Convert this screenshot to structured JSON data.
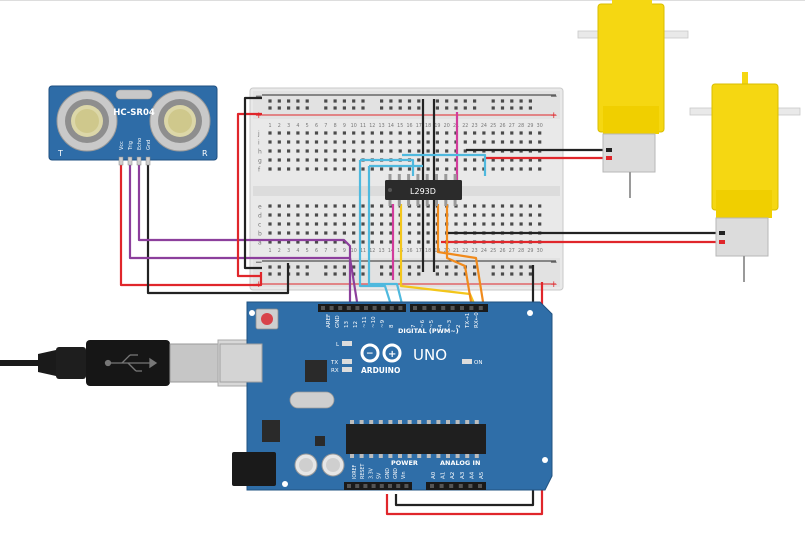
{
  "sensor": {
    "model": "HC-SR04",
    "pin_labels": [
      "Vcc",
      "Trig",
      "Echo",
      "Gnd"
    ],
    "corner_left": "T",
    "corner_right": "R"
  },
  "breadboard": {
    "rail_minus": "−",
    "rail_plus": "+",
    "row_letters_top": [
      "j",
      "i",
      "h",
      "g",
      "f"
    ],
    "row_letters_bottom": [
      "e",
      "d",
      "c",
      "b",
      "a"
    ],
    "column_numbers": [
      "1",
      "2",
      "3",
      "4",
      "5",
      "6",
      "7",
      "8",
      "9",
      "10",
      "11",
      "12",
      "13",
      "14",
      "15",
      "16",
      "17",
      "18",
      "19",
      "20",
      "21",
      "22",
      "23",
      "24",
      "25",
      "26",
      "27",
      "28",
      "29",
      "30"
    ]
  },
  "chip": {
    "label": "L293D"
  },
  "arduino": {
    "brand": "ARDUINO",
    "model": "UNO",
    "digital_label": "DIGITAL (PWM~)",
    "power_label": "POWER",
    "analog_label": "ANALOG IN",
    "on_label": "ON",
    "led_l": "L",
    "led_tx": "TX",
    "led_rx": "RX",
    "digital_pins": [
      "AREF",
      "GND",
      "13",
      "12",
      "~11",
      "~10",
      "~9",
      "8",
      "7",
      "~6",
      "~5",
      "4",
      "~3",
      "2",
      "TX→1",
      "RX←0"
    ],
    "power_pins": [
      "IOREF",
      "RESET",
      "3.3V",
      "5V",
      "GND",
      "GND",
      "Vin"
    ],
    "analog_pins": [
      "A0",
      "A1",
      "A2",
      "A3",
      "A4",
      "A5"
    ]
  },
  "wire_colors": {
    "red": "#e0262b",
    "black": "#222222",
    "purple": "#8c3f9c",
    "lightblue": "#4fb9de",
    "yellow": "#f3c61b",
    "orange": "#f08a1c",
    "magenta": "#d23c9c"
  },
  "board_color": "#2f6ea8",
  "motor_color": "#f5d712"
}
